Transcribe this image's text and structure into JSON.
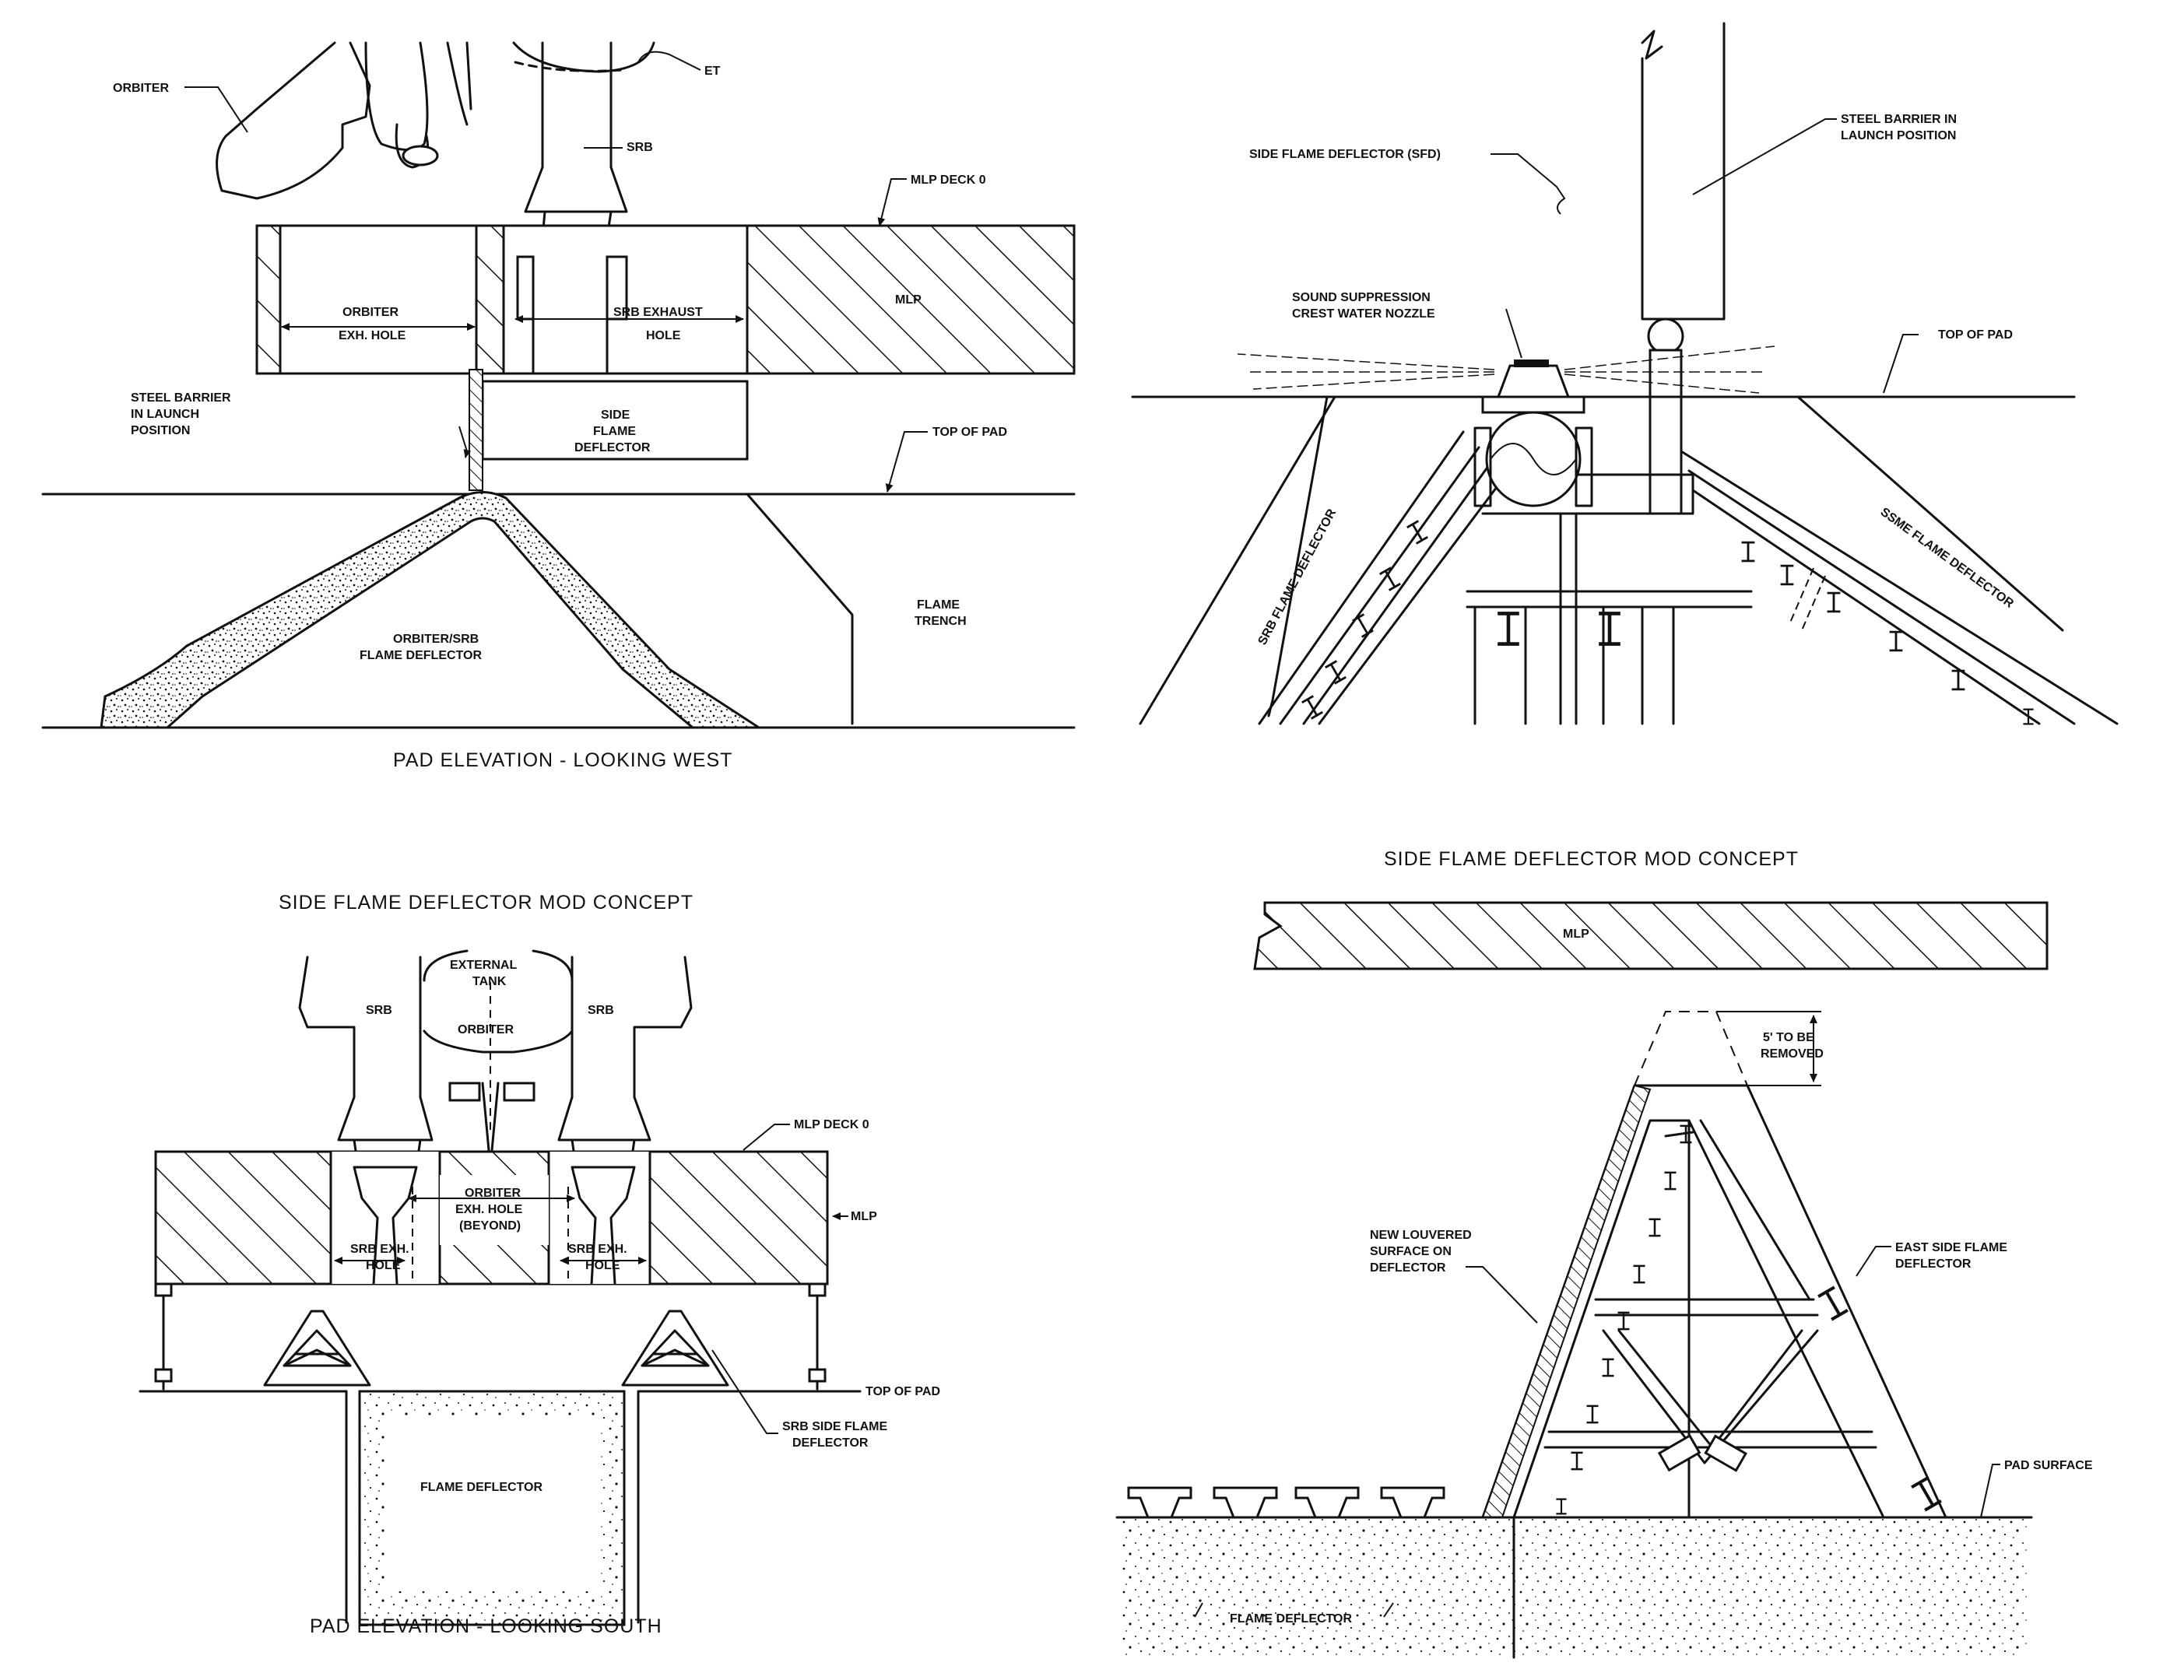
{
  "quadrants": {
    "top_left": {
      "caption": "PAD ELEVATION - LOOKING WEST",
      "labels": {
        "orbiter": "ORBITER",
        "et": "ET",
        "srb": "SRB",
        "mlp_deck": "MLP DECK 0",
        "mlp": "MLP",
        "orbiter_exh_1": "ORBITER",
        "orbiter_exh_2": "EXH. HOLE",
        "srb_exh_1": "SRB EXHAUST",
        "srb_exh_2": "HOLE",
        "steel_barrier_1": "STEEL BARRIER",
        "steel_barrier_2": "IN LAUNCH",
        "steel_barrier_3": "POSITION",
        "sfd_1": "SIDE",
        "sfd_2": "FLAME",
        "sfd_3": "DEFLECTOR",
        "top_of_pad": "TOP OF PAD",
        "flame_trench_1": "FLAME",
        "flame_trench_2": "TRENCH",
        "os_deflector_1": "ORBITER/SRB",
        "os_deflector_2": "FLAME DEFLECTOR"
      }
    },
    "top_right": {
      "caption": "SIDE FLAME DEFLECTOR MOD CONCEPT",
      "labels": {
        "sfd": "SIDE FLAME DEFLECTOR (SFD)",
        "steel_barrier_1": "STEEL BARRIER IN",
        "steel_barrier_2": "LAUNCH POSITION",
        "sound_1": "SOUND SUPPRESSION",
        "sound_2": "CREST WATER NOZZLE",
        "top_of_pad": "TOP OF PAD",
        "srb_flame_deflector": "SRB FLAME DEFLECTOR",
        "ssme_flame_deflector": "SSME FLAME DEFLECTOR"
      }
    },
    "bottom_left": {
      "heading": "SIDE FLAME DEFLECTOR MOD CONCEPT",
      "caption": "PAD ELEVATION - LOOKING SOUTH",
      "labels": {
        "external_tank_1": "EXTERNAL",
        "external_tank_2": "TANK",
        "srb_left": "SRB",
        "srb_right": "SRB",
        "orbiter": "ORBITER",
        "mlp_deck": "MLP DECK 0",
        "orbiter_exh_1": "ORBITER",
        "orbiter_exh_2": "EXH. HOLE",
        "orbiter_exh_3": "(BEYOND)",
        "srb_exh_left_1": "SRB EXH.",
        "srb_exh_left_2": "HOLE",
        "srb_exh_right_1": "SRB EXH.",
        "srb_exh_right_2": "HOLE",
        "mlp": "MLP",
        "top_of_pad": "TOP OF PAD",
        "srb_sfd_1": "SRB SIDE FLAME",
        "srb_sfd_2": "DEFLECTOR",
        "flame_deflector": "FLAME DEFLECTOR"
      }
    },
    "bottom_right": {
      "labels": {
        "mlp": "MLP",
        "remove_1": "5' TO BE",
        "remove_2": "REMOVED",
        "louvered_1": "NEW LOUVERED",
        "louvered_2": "SURFACE ON",
        "louvered_3": "DEFLECTOR",
        "east_sfd_1": "EAST SIDE FLAME",
        "east_sfd_2": "DEFLECTOR",
        "pad_surface": "PAD SURFACE",
        "flame_deflector": "FLAME DEFLECTOR"
      }
    }
  }
}
